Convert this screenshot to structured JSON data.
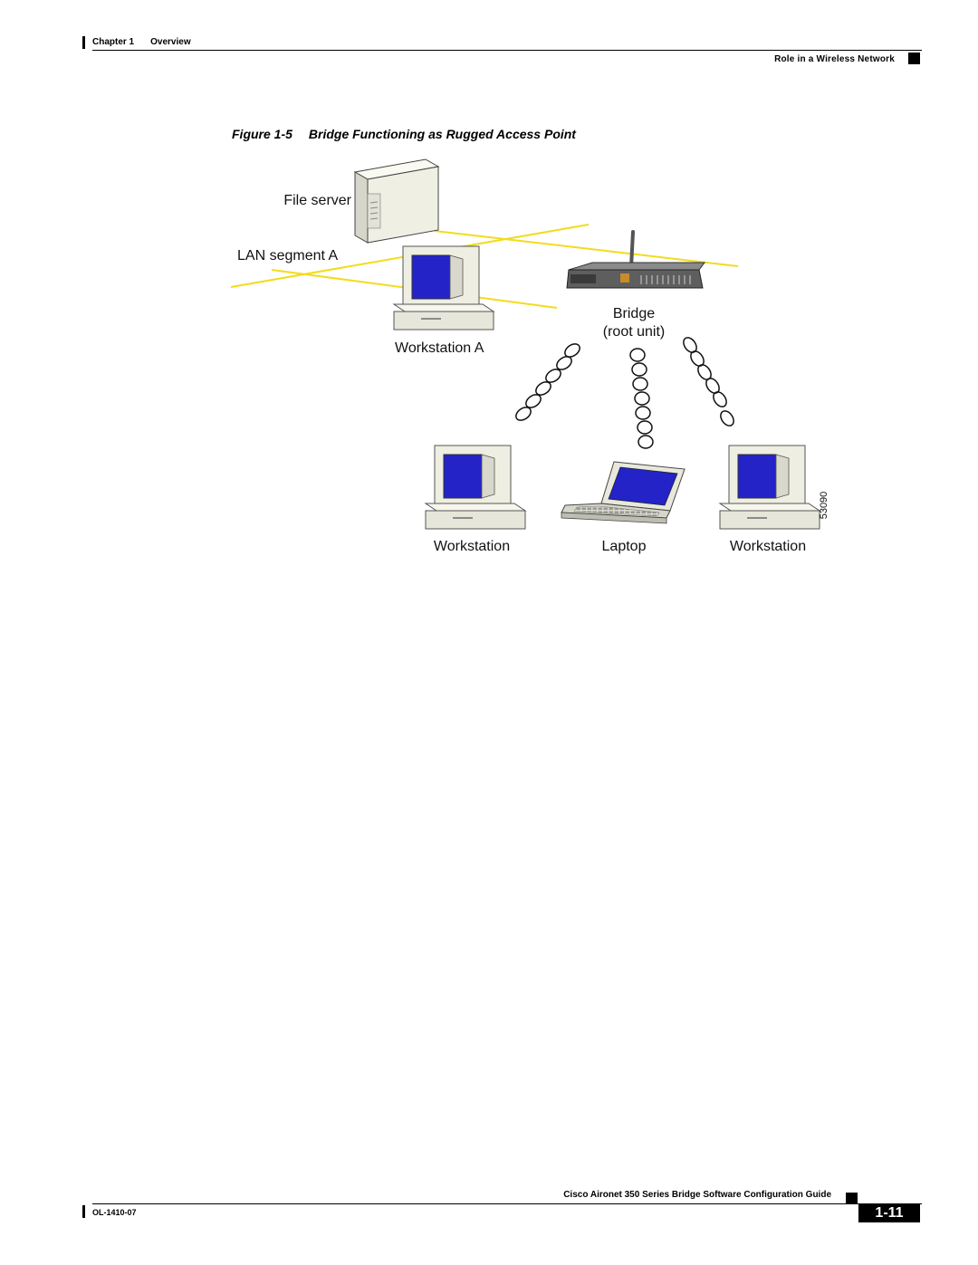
{
  "header": {
    "chapter_label": "Chapter 1",
    "chapter_title": "Overview",
    "section_title": "Role in a Wireless Network"
  },
  "figure": {
    "number": "Figure 1-5",
    "title": "Bridge Functioning as Rugged Access Point",
    "labels": {
      "file_server": "File server",
      "lan_segment": "LAN segment A",
      "workstation_a": "Workstation A",
      "bridge": "Bridge",
      "bridge_role": "(root unit)",
      "workstation_left": "Workstation",
      "laptop": "Laptop",
      "workstation_right": "Workstation",
      "figure_id": "53090"
    },
    "colors": {
      "lan_cable": "#f2dc1c",
      "screen": "#2323c8",
      "device_body": "#f2f2e6"
    }
  },
  "footer": {
    "guide_title": "Cisco Aironet 350 Series Bridge Software Configuration Guide",
    "doc_number": "OL-1410-07",
    "page_number": "1-11"
  }
}
